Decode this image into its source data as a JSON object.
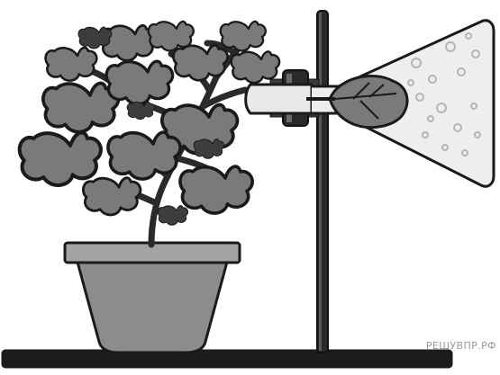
{
  "watermark": "РЕШУВПР.РФ",
  "colors": {
    "outline": "#1a1a1a",
    "leaf": "#7a7a7a",
    "leaf_dark": "#3d3d3d",
    "pot": "#8c8c8c",
    "pot_rim": "#9e9e9e",
    "base": "#1c1c1c",
    "flask_glass": "#eeeeee",
    "bubble": "#c8c8c8"
  },
  "icons": [
    "plant",
    "flower-pot",
    "lab-stand",
    "clamp",
    "conical-flask",
    "bubbles"
  ]
}
